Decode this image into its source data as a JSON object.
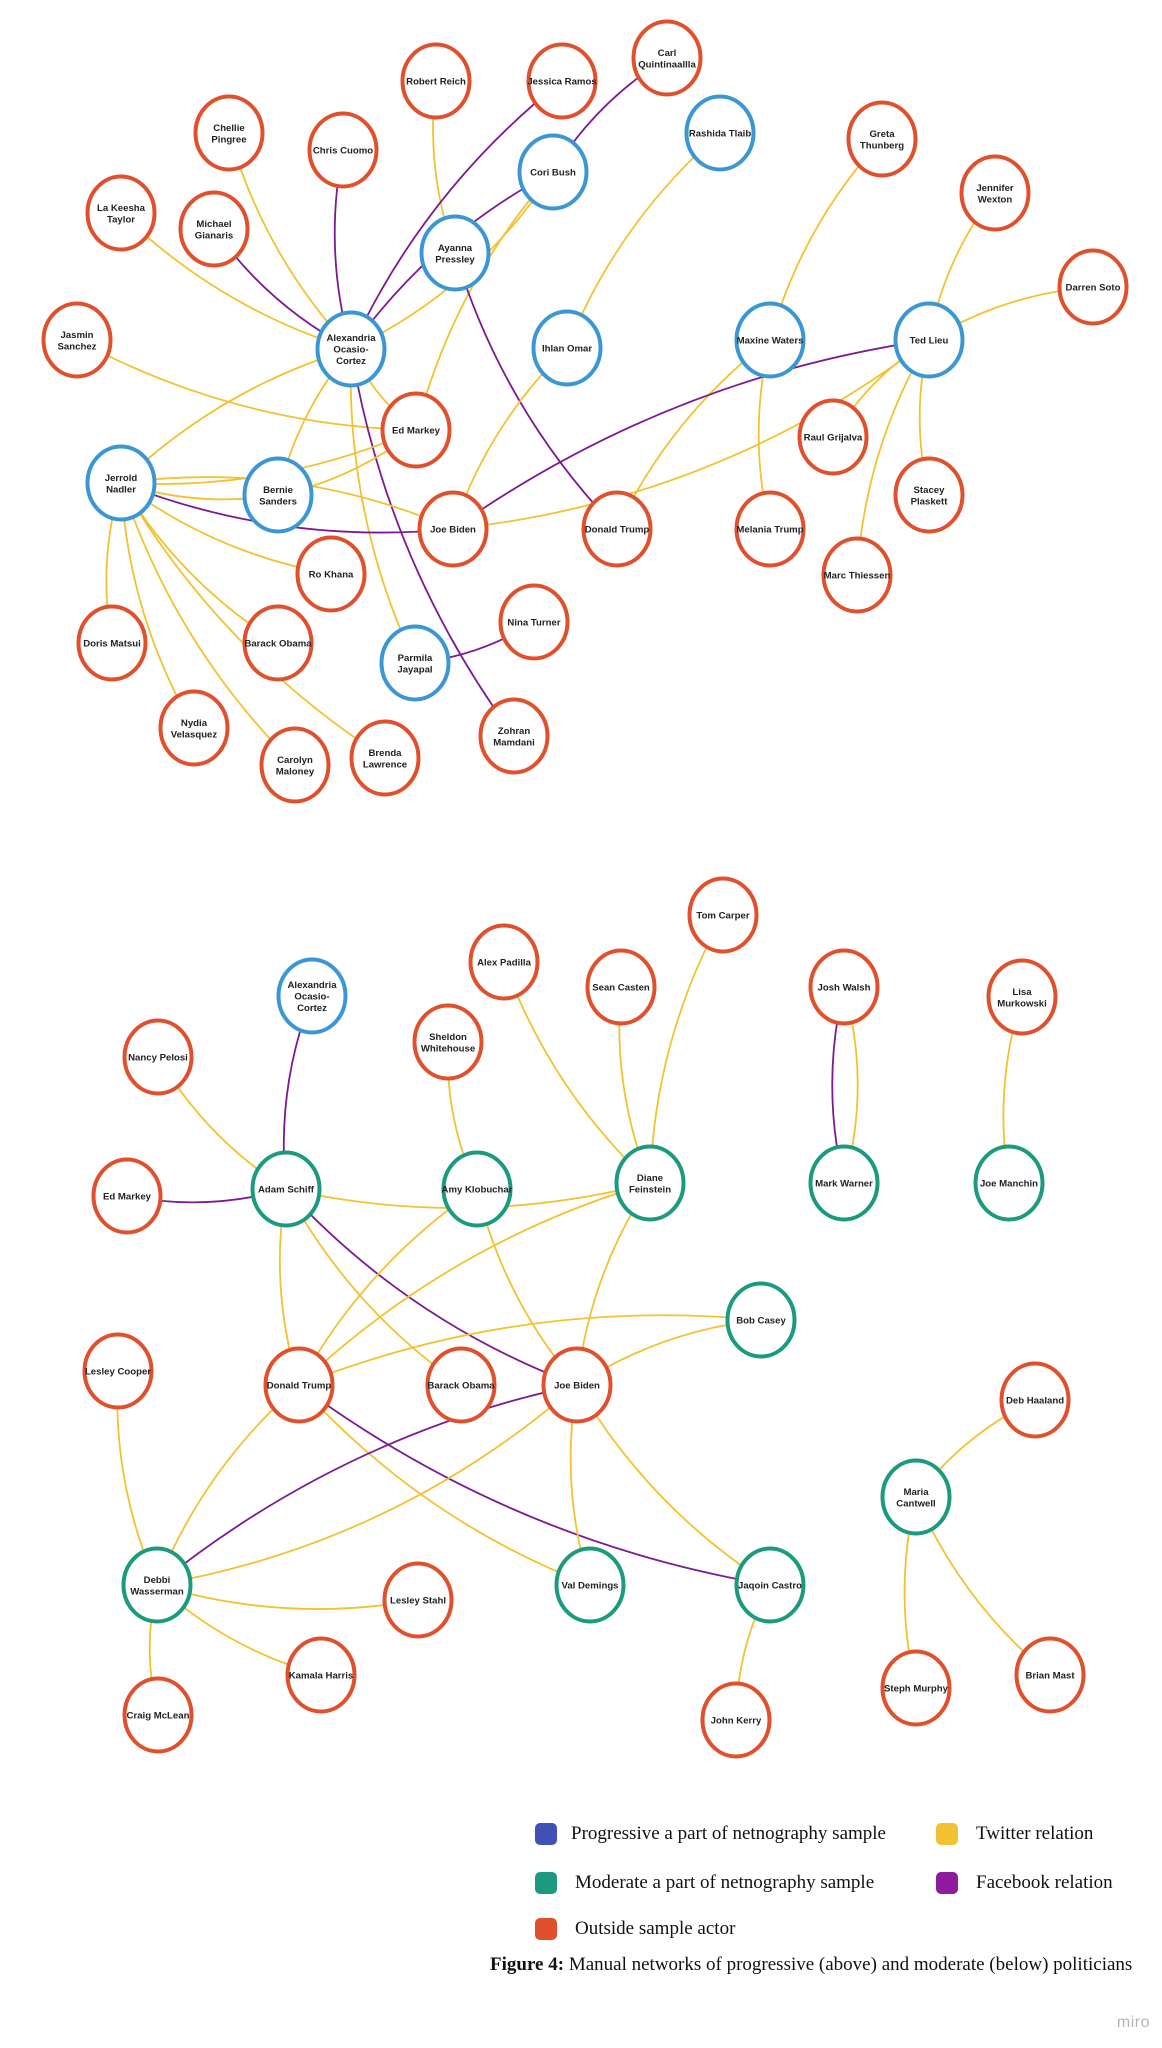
{
  "colors": {
    "progressive": "#3a97d4",
    "moderate": "#1c9a7f",
    "outside": "#e0502d",
    "twitter": "#f2c230",
    "facebook": "#7b1a93"
  },
  "networks": [
    {
      "id": "progressive",
      "nodes": [
        {
          "id": "rr",
          "label": "Robert Reich",
          "type": "outside"
        },
        {
          "id": "jr",
          "label": "Jessica Ramos",
          "type": "outside"
        },
        {
          "id": "cq",
          "label": "Carl Quintinaallla",
          "type": "outside"
        },
        {
          "id": "cp",
          "label": "Chellie Pingree",
          "type": "outside"
        },
        {
          "id": "cc",
          "label": "Chris Cuomo",
          "type": "outside"
        },
        {
          "id": "cb",
          "label": "Cori Bush",
          "type": "progressive"
        },
        {
          "id": "rt",
          "label": "Rashida Tlaib",
          "type": "progressive"
        },
        {
          "id": "gt",
          "label": "Greta Thunberg",
          "type": "outside"
        },
        {
          "id": "lkt",
          "label": "La Keesha Taylor",
          "type": "outside"
        },
        {
          "id": "mg",
          "label": "Michael Gianaris",
          "type": "outside"
        },
        {
          "id": "ap",
          "label": "Ayanna Pressley",
          "type": "progressive"
        },
        {
          "id": "jw",
          "label": "Jennifer Wexton",
          "type": "outside"
        },
        {
          "id": "ds",
          "label": "Darren Soto",
          "type": "outside"
        },
        {
          "id": "js",
          "label": "Jasmin Sanchez",
          "type": "outside"
        },
        {
          "id": "aoc",
          "label": "Alexandria Ocasio-Cortez",
          "type": "progressive"
        },
        {
          "id": "io",
          "label": "Ihlan Omar",
          "type": "progressive"
        },
        {
          "id": "mw",
          "label": "Maxine Waters",
          "type": "progressive"
        },
        {
          "id": "tl",
          "label": "Ted Lieu",
          "type": "progressive"
        },
        {
          "id": "em",
          "label": "Ed Markey",
          "type": "outside"
        },
        {
          "id": "rg",
          "label": "Raul Grijalva",
          "type": "outside"
        },
        {
          "id": "jn",
          "label": "Jerrold Nadler",
          "type": "progressive"
        },
        {
          "id": "bs",
          "label": "Bernie Sanders",
          "type": "progressive"
        },
        {
          "id": "jb",
          "label": "Joe Biden",
          "type": "outside"
        },
        {
          "id": "dt",
          "label": "Donald Trump",
          "type": "outside"
        },
        {
          "id": "mt",
          "label": "Melania Trump",
          "type": "outside"
        },
        {
          "id": "sp",
          "label": "Stacey Plaskett",
          "type": "outside"
        },
        {
          "id": "rk",
          "label": "Ro Khana",
          "type": "outside"
        },
        {
          "id": "mth",
          "label": "Marc Thiessen",
          "type": "outside"
        },
        {
          "id": "dm",
          "label": "Doris Matsui",
          "type": "outside"
        },
        {
          "id": "bo",
          "label": "Barack Obama",
          "type": "outside"
        },
        {
          "id": "nt",
          "label": "Nina Turner",
          "type": "outside"
        },
        {
          "id": "pj",
          "label": "Parmila Jayapal",
          "type": "progressive"
        },
        {
          "id": "nv",
          "label": "Nydia Velasquez",
          "type": "outside"
        },
        {
          "id": "cm",
          "label": "Carolyn Maloney",
          "type": "outside"
        },
        {
          "id": "bl",
          "label": "Brenda Lawrence",
          "type": "outside"
        },
        {
          "id": "zm",
          "label": "Zohran Mamdani",
          "type": "outside"
        }
      ],
      "edges": [
        {
          "from": "rr",
          "to": "ap",
          "rel": "twitter"
        },
        {
          "from": "jr",
          "to": "aoc",
          "rel": "facebook"
        },
        {
          "from": "cq",
          "to": "cb",
          "rel": "facebook"
        },
        {
          "from": "cp",
          "to": "aoc",
          "rel": "twitter"
        },
        {
          "from": "cc",
          "to": "aoc",
          "rel": "facebook"
        },
        {
          "from": "cb",
          "to": "aoc",
          "rel": "facebook"
        },
        {
          "from": "cb",
          "to": "aoc",
          "rel": "twitter"
        },
        {
          "from": "cb",
          "to": "em",
          "rel": "twitter"
        },
        {
          "from": "rt",
          "to": "io",
          "rel": "twitter"
        },
        {
          "from": "gt",
          "to": "mw",
          "rel": "twitter"
        },
        {
          "from": "lkt",
          "to": "aoc",
          "rel": "twitter"
        },
        {
          "from": "mg",
          "to": "aoc",
          "rel": "facebook"
        },
        {
          "from": "ap",
          "to": "dt",
          "rel": "facebook"
        },
        {
          "from": "jw",
          "to": "tl",
          "rel": "twitter"
        },
        {
          "from": "ds",
          "to": "tl",
          "rel": "twitter"
        },
        {
          "from": "js",
          "to": "em",
          "rel": "twitter"
        },
        {
          "from": "aoc",
          "to": "em",
          "rel": "twitter"
        },
        {
          "from": "aoc",
          "to": "jn",
          "rel": "twitter"
        },
        {
          "from": "aoc",
          "to": "bs",
          "rel": "twitter"
        },
        {
          "from": "aoc",
          "to": "pj",
          "rel": "twitter"
        },
        {
          "from": "aoc",
          "to": "zm",
          "rel": "facebook"
        },
        {
          "from": "io",
          "to": "jb",
          "rel": "twitter"
        },
        {
          "from": "mw",
          "to": "dt",
          "rel": "twitter"
        },
        {
          "from": "mw",
          "to": "mt",
          "rel": "twitter"
        },
        {
          "from": "tl",
          "to": "jb",
          "rel": "facebook"
        },
        {
          "from": "tl",
          "to": "jb",
          "rel": "twitter"
        },
        {
          "from": "tl",
          "to": "rg",
          "rel": "twitter"
        },
        {
          "from": "tl",
          "to": "sp",
          "rel": "twitter"
        },
        {
          "from": "tl",
          "to": "mth",
          "rel": "twitter"
        },
        {
          "from": "jn",
          "to": "em",
          "rel": "twitter"
        },
        {
          "from": "jn",
          "to": "jb",
          "rel": "facebook"
        },
        {
          "from": "jn",
          "to": "jb",
          "rel": "twitter"
        },
        {
          "from": "jn",
          "to": "bs",
          "rel": "twitter"
        },
        {
          "from": "jn",
          "to": "rk",
          "rel": "twitter"
        },
        {
          "from": "jn",
          "to": "dm",
          "rel": "twitter"
        },
        {
          "from": "jn",
          "to": "bo",
          "rel": "twitter"
        },
        {
          "from": "jn",
          "to": "nv",
          "rel": "twitter"
        },
        {
          "from": "jn",
          "to": "cm",
          "rel": "twitter"
        },
        {
          "from": "jn",
          "to": "bl",
          "rel": "twitter"
        },
        {
          "from": "bs",
          "to": "em",
          "rel": "twitter"
        },
        {
          "from": "pj",
          "to": "nt",
          "rel": "facebook"
        }
      ]
    },
    {
      "id": "moderate",
      "nodes": [
        {
          "id": "tc",
          "label": "Tom Carper",
          "type": "outside"
        },
        {
          "id": "apd",
          "label": "Alex Padilla",
          "type": "outside"
        },
        {
          "id": "sc",
          "label": "Sean Casten",
          "type": "outside"
        },
        {
          "id": "jwa",
          "label": "Josh Walsh",
          "type": "outside"
        },
        {
          "id": "aoc2",
          "label": "Alexandria Ocasio-Cortez",
          "type": "progressive"
        },
        {
          "id": "lm",
          "label": "Lisa Murkowski",
          "type": "outside"
        },
        {
          "id": "np",
          "label": "Nancy Pelosi",
          "type": "outside"
        },
        {
          "id": "sw",
          "label": "Sheldon Whitehouse",
          "type": "outside"
        },
        {
          "id": "em2",
          "label": "Ed Markey",
          "type": "outside"
        },
        {
          "id": "as",
          "label": "Adam Schiff",
          "type": "moderate"
        },
        {
          "id": "ak",
          "label": "Amy Klobuchar",
          "type": "moderate"
        },
        {
          "id": "df",
          "label": "Diane Feinstein",
          "type": "moderate"
        },
        {
          "id": "mwa",
          "label": "Mark Warner",
          "type": "moderate"
        },
        {
          "id": "jm",
          "label": "Joe Manchin",
          "type": "moderate"
        },
        {
          "id": "bc",
          "label": "Bob Casey",
          "type": "moderate"
        },
        {
          "id": "lc",
          "label": "Lesley Cooper",
          "type": "outside"
        },
        {
          "id": "dt2",
          "label": "Donald Trump",
          "type": "outside"
        },
        {
          "id": "bo2",
          "label": "Barack Obama",
          "type": "outside"
        },
        {
          "id": "jb2",
          "label": "Joe Biden",
          "type": "outside"
        },
        {
          "id": "dh",
          "label": "Deb Haaland",
          "type": "outside"
        },
        {
          "id": "mc",
          "label": "Maria Cantwell",
          "type": "moderate"
        },
        {
          "id": "dws",
          "label": "Debbi Wasserman",
          "type": "moderate"
        },
        {
          "id": "ls",
          "label": "Lesley Stahl",
          "type": "outside"
        },
        {
          "id": "vd",
          "label": "Val Demings",
          "type": "moderate"
        },
        {
          "id": "jc",
          "label": "Jaqoin Castro",
          "type": "moderate"
        },
        {
          "id": "kh",
          "label": "Kamala Harris",
          "type": "outside"
        },
        {
          "id": "sm",
          "label": "Steph Murphy",
          "type": "outside"
        },
        {
          "id": "bm",
          "label": "Brian Mast",
          "type": "outside"
        },
        {
          "id": "cmc",
          "label": "Craig McLean",
          "type": "outside"
        },
        {
          "id": "jk",
          "label": "John Kerry",
          "type": "outside"
        }
      ],
      "edges": [
        {
          "from": "tc",
          "to": "df",
          "rel": "twitter"
        },
        {
          "from": "apd",
          "to": "df",
          "rel": "twitter"
        },
        {
          "from": "sc",
          "to": "df",
          "rel": "twitter"
        },
        {
          "from": "jwa",
          "to": "mwa",
          "rel": "facebook"
        },
        {
          "from": "jwa",
          "to": "mwa",
          "rel": "twitter"
        },
        {
          "from": "aoc2",
          "to": "as",
          "rel": "facebook"
        },
        {
          "from": "lm",
          "to": "jm",
          "rel": "twitter"
        },
        {
          "from": "np",
          "to": "as",
          "rel": "twitter"
        },
        {
          "from": "sw",
          "to": "ak",
          "rel": "twitter"
        },
        {
          "from": "em2",
          "to": "as",
          "rel": "facebook"
        },
        {
          "from": "as",
          "to": "df",
          "rel": "twitter"
        },
        {
          "from": "as",
          "to": "dt2",
          "rel": "twitter"
        },
        {
          "from": "as",
          "to": "bo2",
          "rel": "twitter"
        },
        {
          "from": "as",
          "to": "jb2",
          "rel": "facebook"
        },
        {
          "from": "ak",
          "to": "dt2",
          "rel": "twitter"
        },
        {
          "from": "ak",
          "to": "jb2",
          "rel": "twitter"
        },
        {
          "from": "df",
          "to": "dt2",
          "rel": "twitter"
        },
        {
          "from": "df",
          "to": "jb2",
          "rel": "twitter"
        },
        {
          "from": "bc",
          "to": "dt2",
          "rel": "twitter"
        },
        {
          "from": "bc",
          "to": "jb2",
          "rel": "twitter"
        },
        {
          "from": "lc",
          "to": "dws",
          "rel": "twitter"
        },
        {
          "from": "dt2",
          "to": "dws",
          "rel": "twitter"
        },
        {
          "from": "dt2",
          "to": "vd",
          "rel": "twitter"
        },
        {
          "from": "dt2",
          "to": "jc",
          "rel": "facebook"
        },
        {
          "from": "jb2",
          "to": "dws",
          "rel": "facebook"
        },
        {
          "from": "jb2",
          "to": "dws",
          "rel": "twitter"
        },
        {
          "from": "jb2",
          "to": "vd",
          "rel": "twitter"
        },
        {
          "from": "jb2",
          "to": "jc",
          "rel": "twitter"
        },
        {
          "from": "dh",
          "to": "mc",
          "rel": "twitter"
        },
        {
          "from": "mc",
          "to": "sm",
          "rel": "twitter"
        },
        {
          "from": "mc",
          "to": "bm",
          "rel": "twitter"
        },
        {
          "from": "dws",
          "to": "ls",
          "rel": "twitter"
        },
        {
          "from": "dws",
          "to": "kh",
          "rel": "twitter"
        },
        {
          "from": "dws",
          "to": "cmc",
          "rel": "twitter"
        },
        {
          "from": "jc",
          "to": "jk",
          "rel": "twitter"
        }
      ]
    }
  ],
  "legend": [
    {
      "label": "Progressive a part of netnography sample",
      "color": "#4150b5"
    },
    {
      "label": "Twitter relation",
      "color": "#f2c230"
    },
    {
      "label": "Moderate a part of netnography sample",
      "color": "#1c9a7f"
    },
    {
      "label": "Facebook relation",
      "color": "#8e1b9e"
    },
    {
      "label": "Outside sample actor",
      "color": "#e0502d"
    }
  ],
  "caption": {
    "prefix": "Figure 4:",
    "text": " Manual networks of progressive (above) and moderate (below) politicians"
  },
  "watermark": "miro"
}
